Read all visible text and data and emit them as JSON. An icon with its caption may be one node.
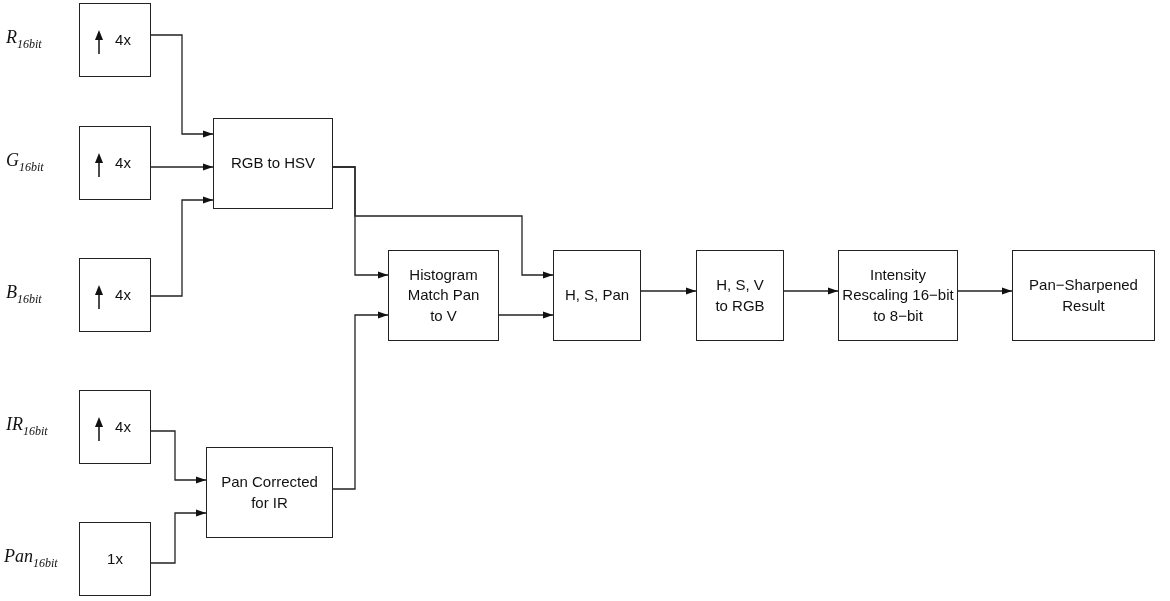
{
  "diagram": {
    "nodes": [
      {
        "text": [
          "4x"
        ],
        "beside": [
          "R$_{16bit}$"
        ]
      },
      {
        "text": [
          "4x"
        ],
        "beside": [
          "G$_{16bit}$"
        ]
      },
      {
        "text": [
          "4x"
        ],
        "beside": [
          "B$_{16bit}$"
        ]
      },
      {
        "text": [
          "4x"
        ],
        "beside": [
          "IR$_{16bit}$"
        ]
      },
      {
        "text": [
          "1x"
        ],
        "beside": [
          "Pan$_{16bit}$"
        ]
      },
      {
        "text": [
          "RGB to HSV"
        ]
      },
      {
        "text": [
          "Pan Corrected for IR"
        ]
      },
      {
        "text": [
          "Histogram Match Pan to V"
        ]
      },
      {
        "text": [
          "H, S, Pan"
        ]
      },
      {
        "text": [
          "H, S, V to RGB"
        ]
      },
      {
        "text": [
          "Intensity Rescaling 16−bit to 8−bit"
        ]
      },
      {
        "text": [
          "Pan−Sharpened Result"
        ]
      }
    ],
    "edges": [
      {
        "from": 0,
        "to": 5,
        "arrow": "to"
      },
      {
        "from": 1,
        "to": 5,
        "arrow": "to"
      },
      {
        "from": 2,
        "to": 5,
        "arrow": "to"
      },
      {
        "from": 3,
        "to": 6,
        "arrow": "to"
      },
      {
        "from": 4,
        "to": 6,
        "arrow": "to"
      },
      {
        "from": 5,
        "to": 7,
        "arrow": "to"
      },
      {
        "from": 5,
        "to": 8,
        "arrow": "to"
      },
      {
        "from": 6,
        "to": 7,
        "arrow": "to"
      },
      {
        "from": 7,
        "to": 8,
        "arrow": "to"
      },
      {
        "from": 8,
        "to": 9,
        "arrow": "to"
      },
      {
        "from": 9,
        "to": 10,
        "arrow": "to"
      },
      {
        "from": 10,
        "to": 11,
        "arrow": "to"
      }
    ]
  }
}
